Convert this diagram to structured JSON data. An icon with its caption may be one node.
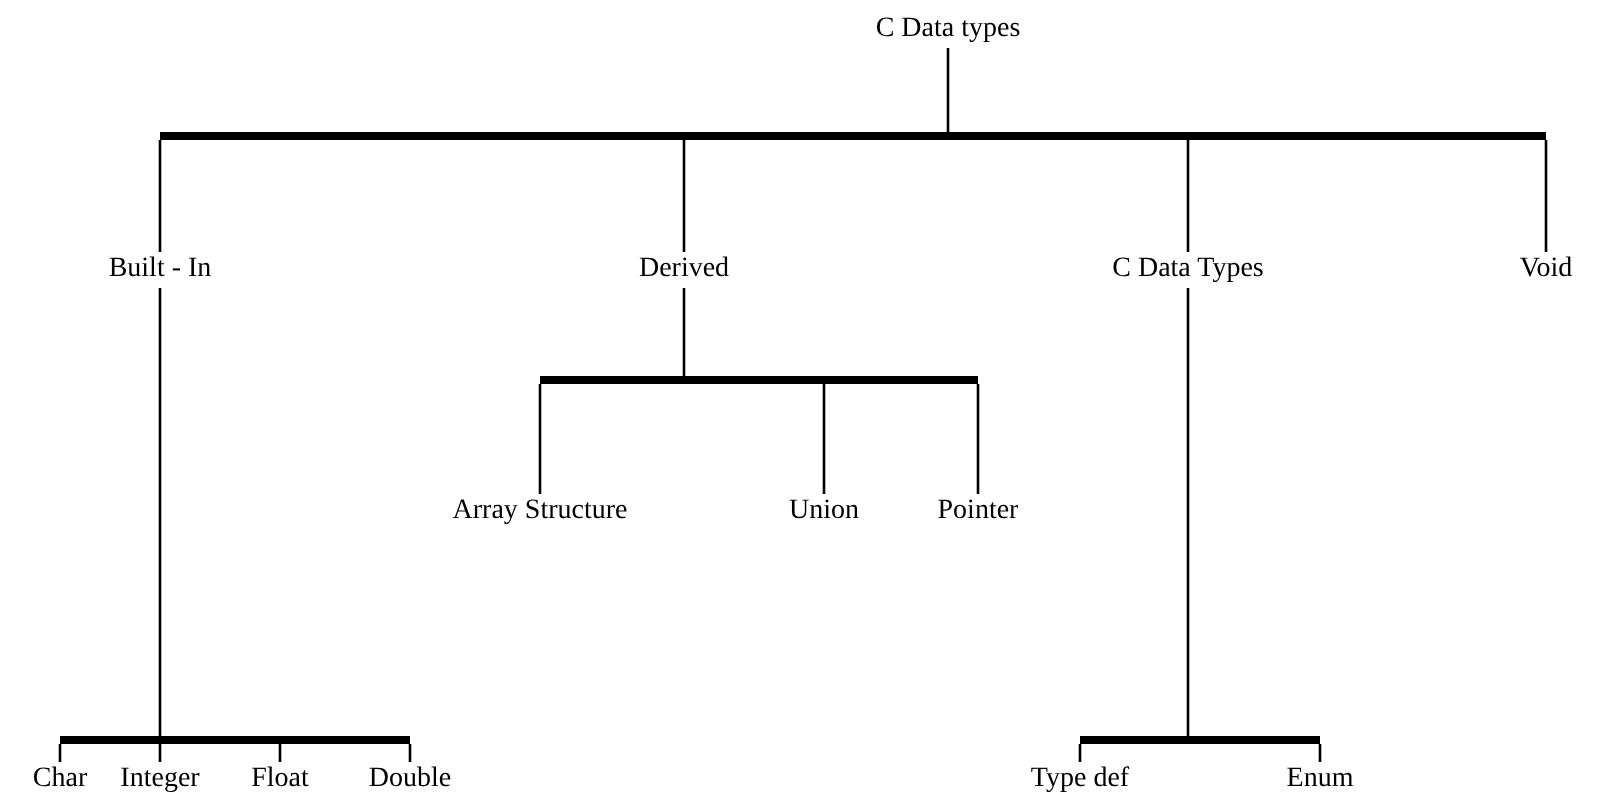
{
  "diagram": {
    "nodes": [
      {
        "text": [
          "C Data types"
        ]
      },
      {
        "text": [],
        "shape": "bar"
      },
      {
        "text": [
          "Built - In"
        ]
      },
      {
        "text": [
          "Derived"
        ]
      },
      {
        "text": [
          "C Data Types"
        ]
      },
      {
        "text": [
          "Void"
        ]
      },
      {
        "text": [],
        "shape": "bar"
      },
      {
        "text": [
          "Array Structure"
        ]
      },
      {
        "text": [
          "Union"
        ]
      },
      {
        "text": [
          "Pointer"
        ]
      },
      {
        "text": [],
        "shape": "bar"
      },
      {
        "text": [],
        "shape": "bar"
      },
      {
        "text": [
          "Char"
        ]
      },
      {
        "text": [
          "Integer"
        ]
      },
      {
        "text": [
          "Float"
        ]
      },
      {
        "text": [
          "Double"
        ]
      },
      {
        "text": [
          "Type def"
        ]
      },
      {
        "text": [
          "Enum"
        ]
      }
    ],
    "edges": [
      {
        "from": 0,
        "to": 1,
        "arrow": "none"
      },
      {
        "from": 1,
        "to": 2,
        "arrow": "none"
      },
      {
        "from": 1,
        "to": 3,
        "arrow": "none"
      },
      {
        "from": 1,
        "to": 4,
        "arrow": "none"
      },
      {
        "from": 1,
        "to": 5,
        "arrow": "none"
      },
      {
        "from": 3,
        "to": 6,
        "arrow": "none"
      },
      {
        "from": 6,
        "to": 7,
        "arrow": "none"
      },
      {
        "from": 6,
        "to": 8,
        "arrow": "none"
      },
      {
        "from": 6,
        "to": 9,
        "arrow": "none"
      },
      {
        "from": 2,
        "to": 10,
        "arrow": "none"
      },
      {
        "from": 4,
        "to": 11,
        "arrow": "none"
      },
      {
        "from": 10,
        "to": 12,
        "arrow": "none"
      },
      {
        "from": 10,
        "to": 13,
        "arrow": "none"
      },
      {
        "from": 10,
        "to": 14,
        "arrow": "none"
      },
      {
        "from": 10,
        "to": 15,
        "arrow": "none"
      },
      {
        "from": 11,
        "to": 16,
        "arrow": "none"
      },
      {
        "from": 11,
        "to": 17,
        "arrow": "none"
      }
    ]
  }
}
